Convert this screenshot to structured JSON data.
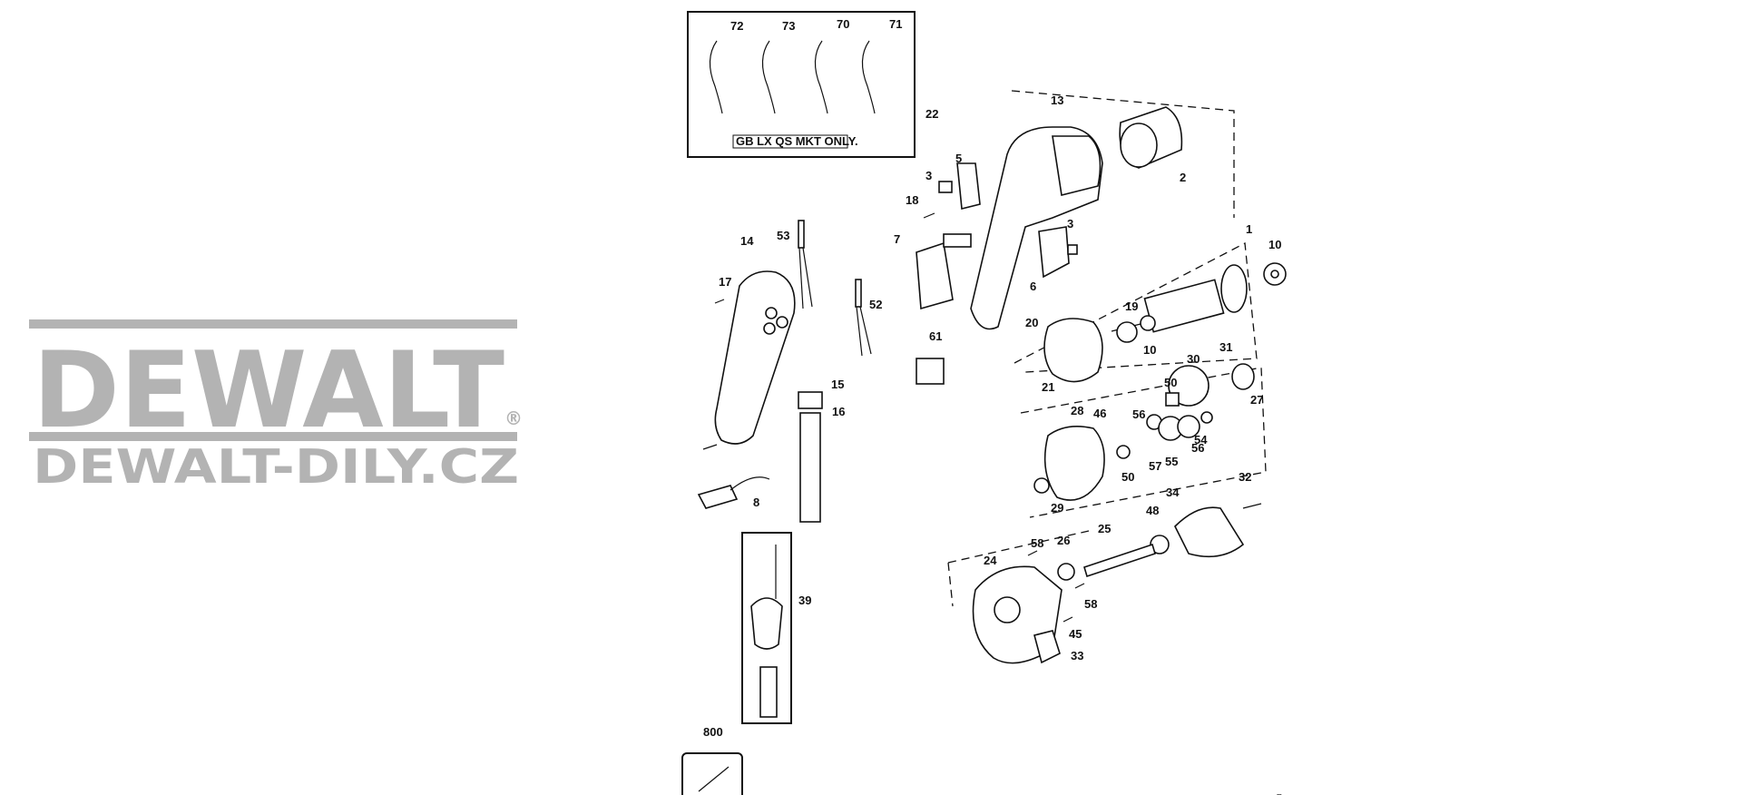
{
  "watermark": {
    "brand": "DEWALT",
    "registered": "®",
    "site": "DEWALT-DILY.CZ",
    "color": "#b3b3b3"
  },
  "diagram": {
    "inset_note": "GB LX QS MKT ONLY.",
    "copyright": "©",
    "callouts": [
      "72",
      "73",
      "70",
      "71",
      "22",
      "13",
      "2",
      "5",
      "3",
      "18",
      "7",
      "53",
      "14",
      "17",
      "52",
      "3",
      "6",
      "1",
      "10",
      "19",
      "10",
      "20",
      "61",
      "21",
      "15",
      "16",
      "31",
      "30",
      "27",
      "50",
      "28",
      "46",
      "56",
      "8",
      "57",
      "55",
      "56",
      "54",
      "50",
      "29",
      "32",
      "34",
      "48",
      "39",
      "25",
      "58",
      "26",
      "24",
      "58",
      "45",
      "33",
      "800"
    ]
  }
}
